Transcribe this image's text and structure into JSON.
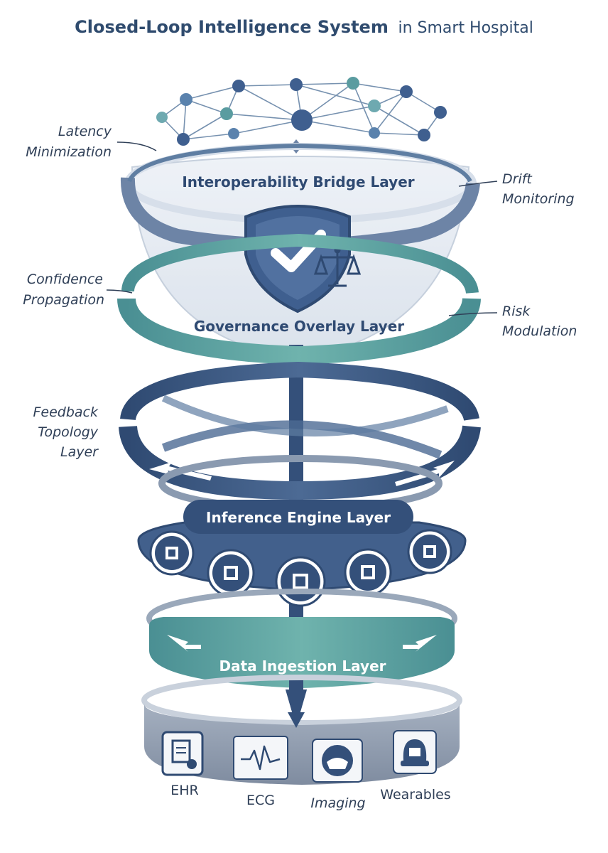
{
  "title": {
    "bold": "Closed-Loop Intelligence System",
    "regular": "in Smart Hospital"
  },
  "side_labels": {
    "latency": [
      "Latency",
      "Minimization"
    ],
    "drift": [
      "Drift",
      "Monitoring"
    ],
    "confidence": [
      "Confidence",
      "Propagation"
    ],
    "risk": [
      "Risk",
      "Modulation"
    ],
    "feedback": [
      "Feedback",
      "Topology",
      "Layer"
    ]
  },
  "layers": {
    "interoperability": "Interoperability Bridge Layer",
    "governance": "Governance Overlay Layer",
    "inference": "Inference Engine Layer",
    "ingestion": "Data Ingestion Layer"
  },
  "sources": [
    {
      "label": "EHR",
      "icon": "ehr-document-icon"
    },
    {
      "label": "ECG",
      "icon": "ecg-waveform-icon"
    },
    {
      "label": "Imaging",
      "icon": "imaging-scanner-icon"
    },
    {
      "label": "Wearables",
      "icon": "wearable-device-icon"
    }
  ],
  "colors": {
    "title": "#2f4b6e",
    "navy": "#2f4a72",
    "steel": "#6d84a6",
    "teal": "#4f9e97",
    "grey": "#8f9caf"
  }
}
